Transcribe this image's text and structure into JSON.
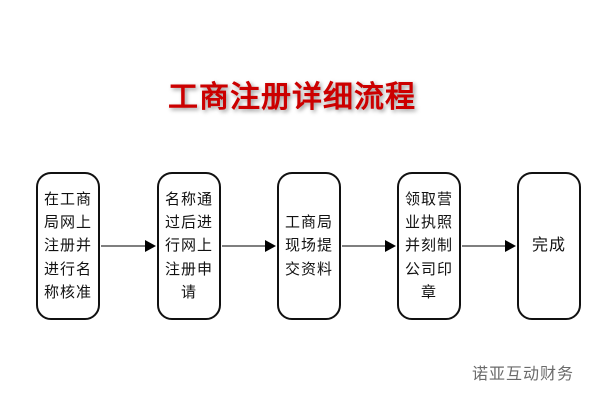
{
  "title": "工商注册详细流程",
  "title_color": "#cc0000",
  "watermark": "诺亚互动财务",
  "flow": {
    "connector_color": "#7f7f7f",
    "arrowhead_color": "#000000",
    "box_border_color": "#111111",
    "steps": [
      {
        "label": "在工商局网上注册并进行名称核准",
        "lines": [
          "在工商",
          "局网上",
          "注册并",
          "进行名",
          "称核准"
        ]
      },
      {
        "label": "名称通过后进行网上注册申请",
        "lines": [
          "名称通",
          "过后进",
          "行网上",
          "注册申",
          "请"
        ]
      },
      {
        "label": "工商局现场提交资料",
        "lines": [
          "工商局",
          "现场提",
          "交资料"
        ]
      },
      {
        "label": "领取营业执照并刻制公司印章",
        "lines": [
          "领取营",
          "业执照",
          "并刻制",
          "公司印",
          "章"
        ]
      },
      {
        "label": "完成",
        "lines": [
          "完成"
        ]
      }
    ]
  }
}
